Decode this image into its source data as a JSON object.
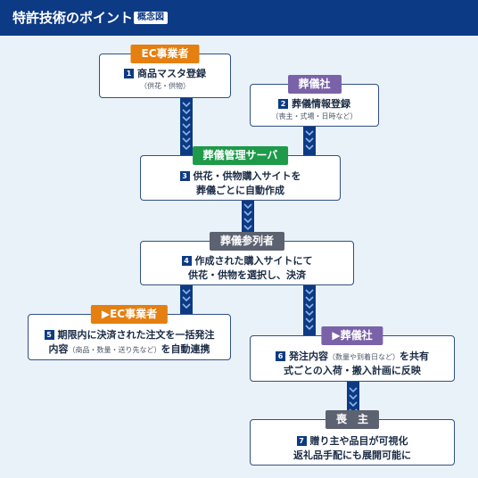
{
  "header": {
    "title": "特許技術のポイント",
    "badge": "概念図"
  },
  "nodes": {
    "n1": {
      "label": "EC事業者",
      "num": "1",
      "text": "商品マスタ登録",
      "sub": "（供花・供物）"
    },
    "n2": {
      "label": "葬儀社",
      "num": "2",
      "text": "葬儀情報登録",
      "sub": "（喪主・式場・日時など）"
    },
    "n3": {
      "label": "葬儀管理サーバ",
      "num": "3",
      "line1": "供花・供物購入サイトを",
      "line2": "葬儀ごとに自動作成"
    },
    "n4": {
      "label": "葬儀参列者",
      "num": "4",
      "line1": "作成された購入サイトにて",
      "line2": "供花・供物を選択し、決済"
    },
    "n5": {
      "label": "▶EC事業者",
      "num": "5",
      "line1": "期限内に決済された注文を一括発注",
      "line2_pre": "内容",
      "line2_small": "（商品・数量・送り先など）",
      "line2_post": "を自動連携"
    },
    "n6": {
      "label": "▶葬儀社",
      "num": "6",
      "line1_pre": "発注内容",
      "line1_small": "（数量や到着日など）",
      "line1_post": "を共有",
      "line2": "式ごとの入荷・搬入計画に反映"
    },
    "n7": {
      "label": "喪　主",
      "num": "7",
      "line1": "贈り主や品目が可視化",
      "line2": "返礼品手配にも展開可能に"
    }
  },
  "colors": {
    "navy": "#0d3a84",
    "orange": "#e57f10",
    "purple": "#7a62a8",
    "green": "#1e9a4a",
    "gray": "#5d6270"
  }
}
